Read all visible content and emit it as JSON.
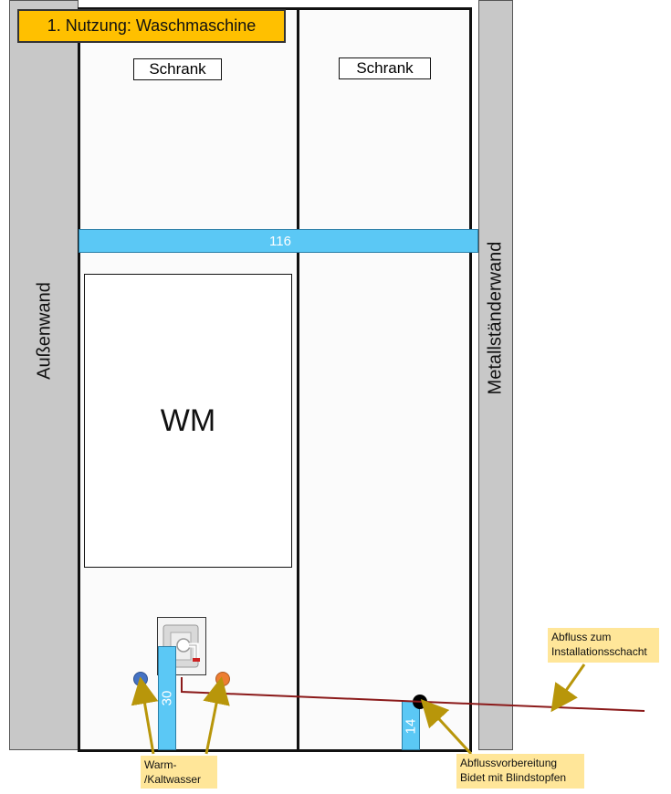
{
  "title": "1. Nutzung: Waschmaschine",
  "walls": {
    "left": "Außenwand",
    "right": "Metallständerwand"
  },
  "cabinets": {
    "left": "Schrank",
    "right": "Schrank"
  },
  "dimensions": {
    "horizontal": "116",
    "supply_riser": "30",
    "drain_riser": "14"
  },
  "appliance": "WM",
  "notes": {
    "water": "Warm-\n/Kaltwasser",
    "drain_prep": "Abflussvorbereitung\nBidet mit Blindstopfen",
    "drain_shaft": "Abfluss zum\nInstallationsschacht"
  },
  "colors": {
    "cold_water": "#4472c4",
    "hot_water": "#ed7d31",
    "drain_pipe": "#8b1a1a",
    "arrow": "#b8960a",
    "dimension": "#5bc8f5",
    "title_fill": "#ffc000",
    "note_fill": "#ffe699"
  },
  "icons": {
    "valve": "angle-valve-icon"
  }
}
